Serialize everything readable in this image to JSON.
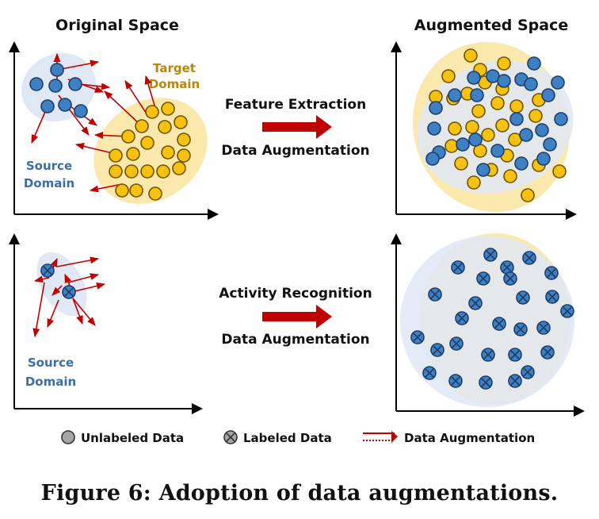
{
  "titles": {
    "original": "Original Space",
    "augmented": "Augmented Space"
  },
  "labels": {
    "target_domain_line1": "Target",
    "target_domain_line2": "Domain",
    "source_domain_line1": "Source",
    "source_domain_line2": "Domain",
    "source_domain2_line1": "Source",
    "source_domain2_line2": "Domain"
  },
  "process_top": {
    "line1": "Feature Extraction",
    "line2": "Data Augmentation"
  },
  "process_bottom": {
    "line1": "Activity Recognition",
    "line2": "Data Augmentation"
  },
  "legend": {
    "unlabeled": "Unlabeled Data",
    "labeled": "Labeled Data",
    "augmentation": "Data Augmentation"
  },
  "caption": "Figure 6: Adoption of data augmentations.",
  "colors": {
    "source_fill": "#3d80c4",
    "source_stroke": "#1d3e66",
    "target_fill": "#f7c20d",
    "target_stroke": "#6e5300",
    "source_region": "#dfe8f4",
    "target_region": "#fbe8ad",
    "arrow_red": "#c00000",
    "label_blue": "#3a6ea8",
    "label_gold": "#b8880a"
  }
}
